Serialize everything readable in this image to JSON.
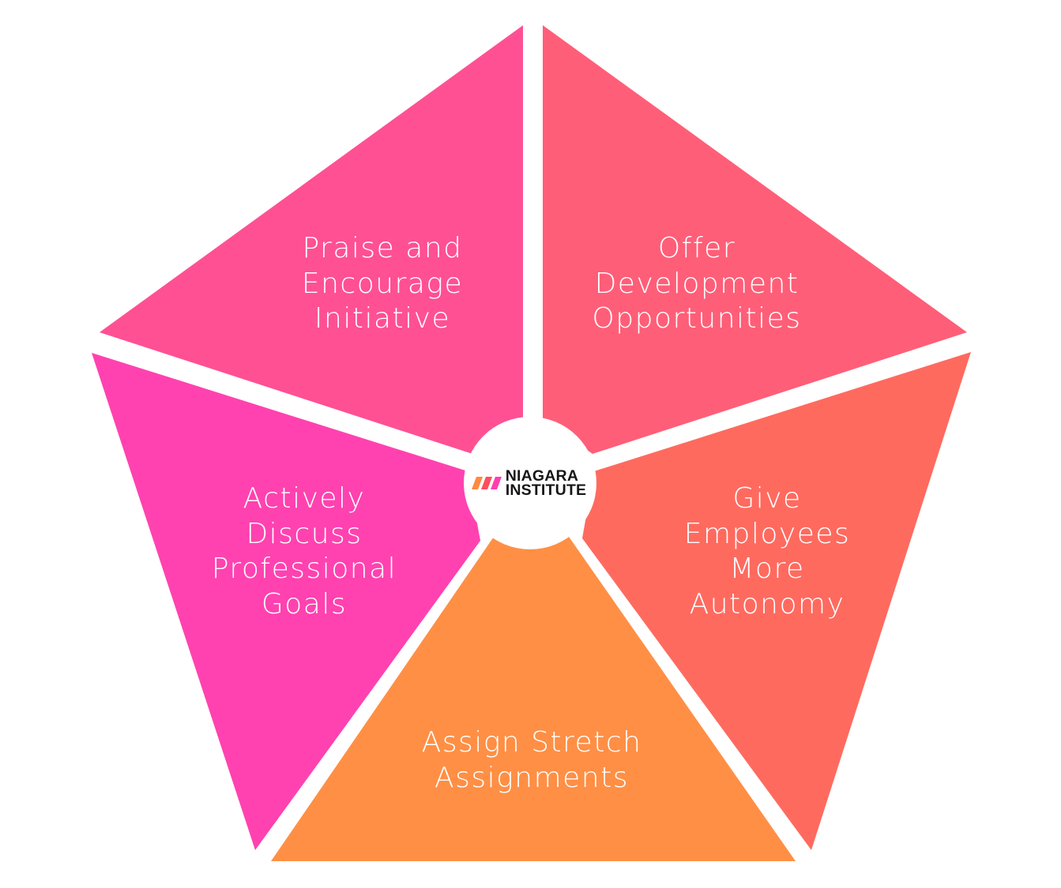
{
  "diagram": {
    "type": "pentagon-segments",
    "background": "#ffffff",
    "center_logo": {
      "line1": "NIAGARA",
      "line2": "INSTITUTE",
      "mark_colors": [
        "#ff8a3d",
        "#ff4e5c",
        "#ff3fae"
      ],
      "text_color": "#161616"
    },
    "segments": [
      {
        "id": "top-left",
        "label": "Praise and\nEncourage\nInitiative",
        "color": "#ff5094"
      },
      {
        "id": "top-right",
        "label": "Offer\nDevelopment\nOpportunities",
        "color": "#ff5e78"
      },
      {
        "id": "left",
        "label": "Actively\nDiscuss\nProfessional\nGoals",
        "color": "#ff42b0"
      },
      {
        "id": "right",
        "label": "Give\nEmployees\nMore\nAutonomy",
        "color": "#ff6a5f"
      },
      {
        "id": "bottom",
        "label": "Assign Stretch\nAssignments",
        "color": "#ff8f45"
      }
    ]
  }
}
